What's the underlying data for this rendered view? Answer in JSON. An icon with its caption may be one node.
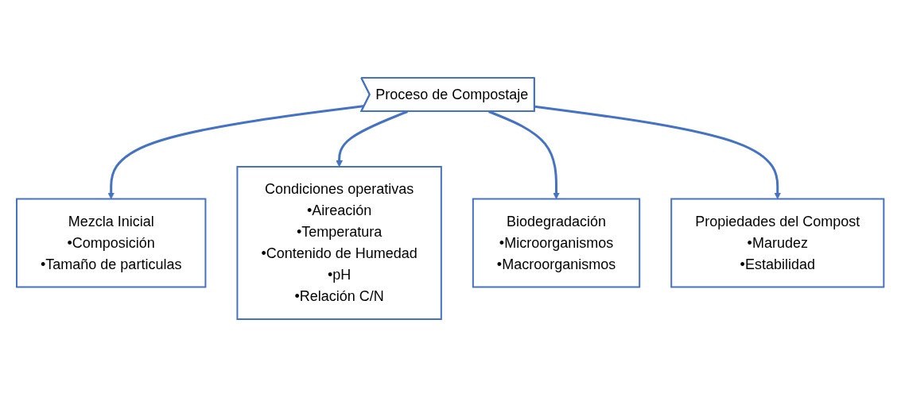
{
  "diagram": {
    "nodes": [
      {
        "text": [
          "Proceso de Compostaje"
        ]
      },
      {
        "text": [
          "Mezcla Inicial",
          "•Composición",
          "•Tamaño de particulas"
        ]
      },
      {
        "text": [
          "Condiciones operativas",
          "•Aireación",
          "•Temperatura",
          "•Contenido de Humedad",
          "•pH",
          "•Relación C/N"
        ]
      },
      {
        "text": [
          "Biodegradación",
          "•Microorganismos",
          "•Macroorganismos"
        ]
      },
      {
        "text": [
          "Propiedades del Compost",
          "•Marudez",
          "•Estabilidad"
        ]
      }
    ],
    "edges": [
      {
        "from": 0,
        "to": 1,
        "arrow": "to"
      },
      {
        "from": 0,
        "to": 2,
        "arrow": "to"
      },
      {
        "from": 0,
        "to": 3,
        "arrow": "to"
      },
      {
        "from": 0,
        "to": 4,
        "arrow": "to"
      }
    ]
  }
}
